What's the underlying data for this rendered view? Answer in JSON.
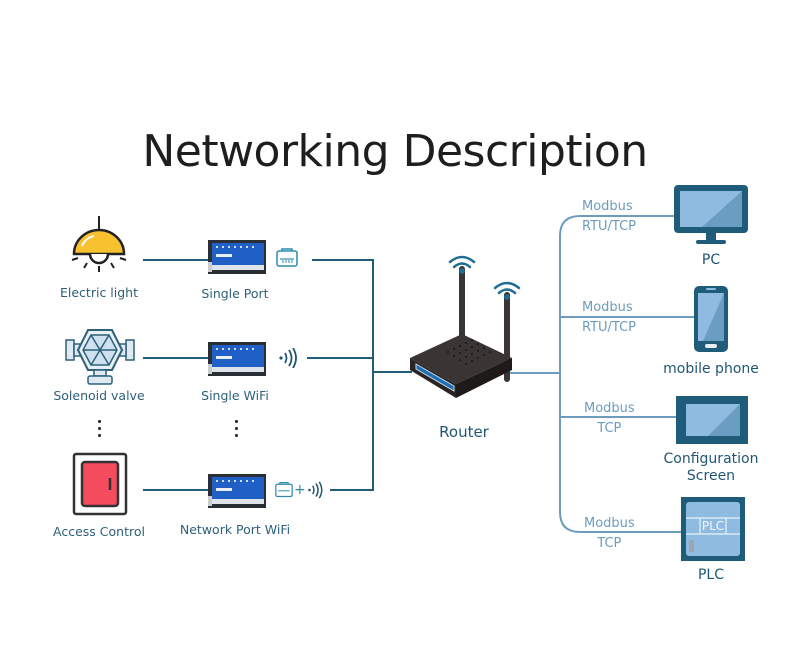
{
  "title": "Networking Description",
  "colors": {
    "left_line": "#215d78",
    "right_line": "#6d9cbd",
    "label_left": "#2e6079",
    "label_right": "#1f5673",
    "lamp_yellow": "#f7c12f",
    "door_red": "#f44b5f",
    "device_blue": "#1e5c7a",
    "screen_light": "#8fbbe0"
  },
  "left": {
    "sources": [
      {
        "label": "Electric light",
        "icon": "pendant-lamp-icon"
      },
      {
        "label": "Solenoid valve",
        "icon": "solenoid-valve-icon"
      },
      {
        "label": "Access Control",
        "icon": "door-icon"
      }
    ],
    "modules": [
      {
        "label": "Single Port",
        "icon": "ethernet-port-icon"
      },
      {
        "label": "Single WiFi",
        "icon": "wifi-signal-icon"
      },
      {
        "label": "Network Port WiFi",
        "icon": "ethernet-plus-wifi-icon",
        "joiner": "+"
      }
    ],
    "ellipsis": "⋮"
  },
  "router": {
    "label": "Router"
  },
  "right": {
    "targets": [
      {
        "label": "PC",
        "protocol_line1": "Modbus",
        "protocol_line2": "RTU/TCP"
      },
      {
        "label": "mobile phone",
        "protocol_line1": "Modbus",
        "protocol_line2": "RTU/TCP"
      },
      {
        "label_line1": "Configuration",
        "label_line2": "Screen",
        "protocol_line1": "Modbus",
        "protocol_line2": "TCP"
      },
      {
        "label": "PLC",
        "protocol_line1": "Modbus",
        "protocol_line2": "TCP",
        "screen_text": "PLC"
      }
    ]
  }
}
